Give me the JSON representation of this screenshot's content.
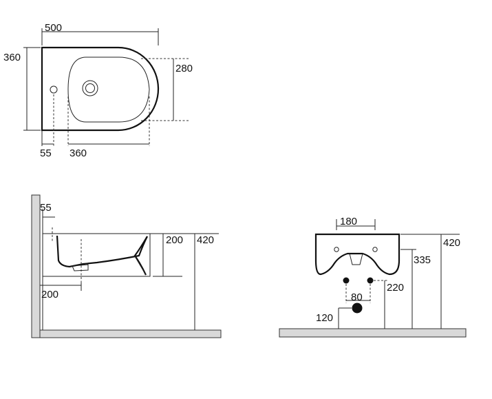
{
  "top_view": {
    "length": "500",
    "depth": "360",
    "bowl_width": "280",
    "hole_offset": "55",
    "bowl_length": "360"
  },
  "side_view": {
    "hole_offset": "55",
    "height": "200",
    "mount_height": "420",
    "depth_offset": "200"
  },
  "back_view": {
    "bolt_spacing": "180",
    "mount_height": "420",
    "hole_height": "335",
    "bolt_height": "220",
    "pipe_spacing": "80",
    "drain_height": "120"
  }
}
